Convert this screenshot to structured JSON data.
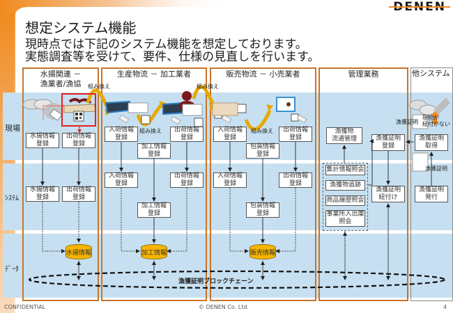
{
  "header": {
    "logo": "DENEN",
    "title": "想定システム機能",
    "subtitle_lines": [
      "現時点では下記のシステム機能を想定しております。",
      "実態調査等を受けて、要件、仕様の見直しを行います。"
    ]
  },
  "rows": [
    "現場",
    "ｼｽﾃﾑ",
    "ﾃﾞｰﾀ"
  ],
  "lanes": [
    {
      "title_line1": "水揚関連 －",
      "title_line2": "漁業者/漁協"
    },
    {
      "title_line1": "生産物流 － 加工業者",
      "title_line2": ""
    },
    {
      "title_line1": "販売物流 － 小売業者",
      "title_line2": ""
    },
    {
      "title_line1": "管理業務",
      "title_line2": ""
    },
    {
      "title_line1": "他システム",
      "title_line2": ""
    }
  ],
  "field_boxes": {
    "landing_reg": [
      "水揚情報",
      "登録"
    ],
    "ship_reg_1": [
      "出荷情報",
      "登録"
    ],
    "recv_reg_2": [
      "入荷情報",
      "登録"
    ],
    "ship_reg_2": [
      "出荷情報",
      "登録"
    ],
    "process_reg": [
      "加工情報",
      "登録"
    ],
    "recv_reg_3": [
      "入荷情報",
      "登録"
    ],
    "ship_reg_3": [
      "出荷情報",
      "登録"
    ],
    "package_reg": [
      "包装情報",
      "登録"
    ],
    "distribution_mgmt": [
      "漁獲物",
      "流通管理"
    ],
    "cert_reg": [
      "漁獲証明",
      "登録"
    ],
    "cert_get": [
      "漁獲証明",
      "取得"
    ]
  },
  "system_boxes": {
    "landing_reg": [
      "水揚情報",
      "登録"
    ],
    "ship_reg_1": [
      "出荷情報",
      "登録"
    ],
    "recv_reg_2": [
      "入荷情報",
      "登録"
    ],
    "ship_reg_2": [
      "出荷情報",
      "登録"
    ],
    "process_reg": [
      "加工情報",
      "登録"
    ],
    "recv_reg_3": [
      "入荷情報",
      "登録"
    ],
    "ship_reg_3": [
      "出荷情報",
      "登録"
    ],
    "package_reg": [
      "包装情報",
      "登録"
    ],
    "query_items": [
      "集計情報照会",
      "漁獲物追跡",
      "商品履歴照会"
    ],
    "office_query": [
      "事業所入出庫",
      "照会"
    ],
    "cert_link": [
      "漁獲証明",
      "紐付け"
    ],
    "cert_issue": [
      "漁獲証明",
      "発行"
    ]
  },
  "data_stores": [
    "水揚情報",
    "加工情報",
    "販売情報"
  ],
  "blockchain_label": "漁獲証明ブロックチェーン",
  "notes": {
    "repack": "組み換え",
    "cert_doc": "漁獲証明",
    "not_linked_line1": "現物が",
    "not_linked_line2": "紐付かない",
    "cert_doc_2": "漁獲証明"
  },
  "footer": {
    "left": "CONFIDENTIAL",
    "center": "© DENEN Co. Ltd.",
    "page": "4"
  },
  "colors": {
    "accent_orange": "#f08a1e",
    "lane_border": "#c8742a",
    "band_blue": "#c6e0f1",
    "datastore": "#f7b400",
    "highlight_red": "#e52020",
    "arrow_gold": "#e8a800"
  }
}
